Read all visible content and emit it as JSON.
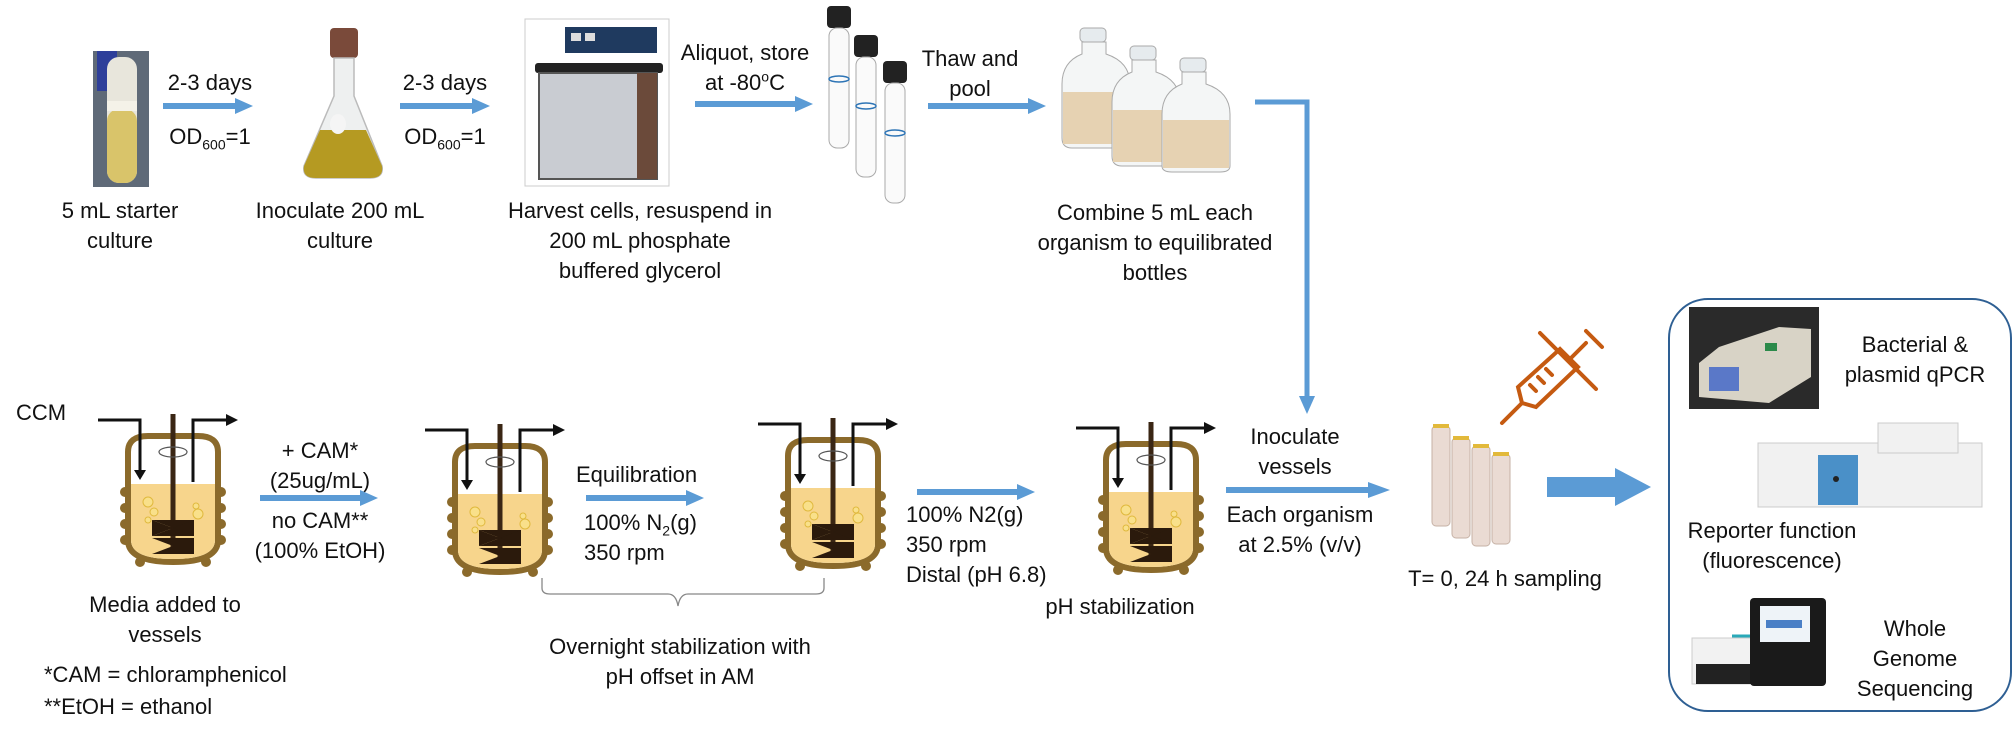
{
  "colors": {
    "arrow": "#5b9bd5",
    "syringe": "#c55a11",
    "vessel_wall": "#8b6a2b",
    "media": "#f7d58c",
    "box_border": "#2e5f93"
  },
  "top_row": {
    "step1": {
      "line1": "5 mL starter",
      "line2": "culture",
      "image": "test-tube-culture"
    },
    "arrow1": {
      "above": "2-3 days",
      "below_prefix": "OD",
      "below_sub": "600",
      "below_suffix": "=1"
    },
    "step2": {
      "line1": "Inoculate 200 mL",
      "line2": "culture",
      "image": "erlenmeyer-flask"
    },
    "arrow2": {
      "above": "2-3 days",
      "below_prefix": "OD",
      "below_sub": "600",
      "below_suffix": "=1"
    },
    "step3": {
      "line1": "Harvest cells, resuspend in",
      "line2": "200 mL phosphate",
      "line3": "buffered glycerol",
      "image": "centrifuge"
    },
    "arrow3": {
      "above1": "Aliquot, store",
      "above2_prefix": "at -80",
      "above2_sup": "o",
      "above2_suffix": "C"
    },
    "step4": {
      "image": "cryo-tubes"
    },
    "arrow4": {
      "above1": "Thaw and",
      "above2": "pool"
    },
    "step5": {
      "line1": "Combine 5 mL each",
      "line2": "organism to equilibrated",
      "line3": "bottles",
      "image": "serum-bottles"
    }
  },
  "bottom_row": {
    "ccm_label": "CCM",
    "vessel1": {
      "line1": "Media added to",
      "line2": "vessels"
    },
    "arrow5": {
      "above1": "+ CAM*",
      "above2": "(25ug/mL)",
      "below1": "no CAM**",
      "below2": "(100% EtOH)"
    },
    "footnote1": "*CAM = chloramphenicol",
    "footnote2": "**EtOH = ethanol",
    "arrow6": {
      "above": "Equilibration",
      "below1_prefix": "100% N",
      "below1_sub": "2",
      "below1_suffix": "(g)",
      "below2": "350 rpm"
    },
    "brace_label": {
      "line1": "Overnight stabilization with",
      "line2": "pH offset in AM"
    },
    "arrow7": {
      "below1": "100% N2(g)",
      "below2": "350 rpm",
      "below3": "Distal (pH 6.8)"
    },
    "vessel4": {
      "label": "pH stabilization"
    },
    "arrow8": {
      "above1": "Inoculate",
      "above2": "vessels",
      "below1": "Each organism",
      "below2": "at 2.5% (v/v)"
    },
    "sampling": {
      "label": "T= 0, 24 h sampling"
    }
  },
  "analysis_box": {
    "item1": {
      "line1": "Bacterial &",
      "line2": "plasmid qPCR",
      "image": "qpcr-machine"
    },
    "item2": {
      "line1": "Reporter function",
      "line2": "(fluorescence)",
      "image": "fluorimeter"
    },
    "item3": {
      "line1": "Whole",
      "line2": "Genome",
      "line3": "Sequencing",
      "image": "sequencer"
    }
  }
}
